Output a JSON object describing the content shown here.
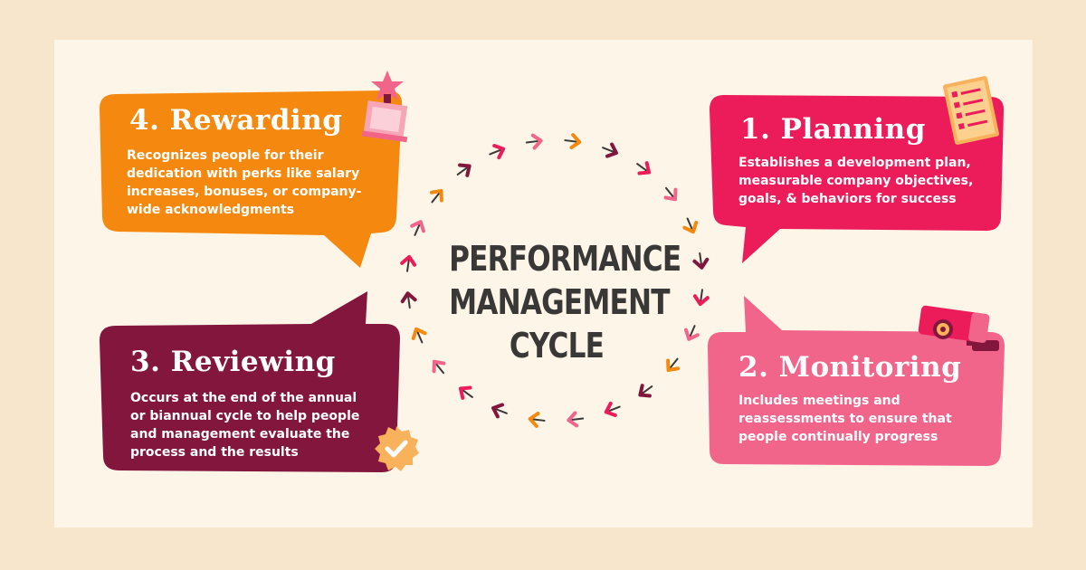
{
  "title": {
    "lines": [
      "PERFORMANCE",
      "MANAGEMENT",
      "CYCLE"
    ]
  },
  "stages": {
    "planning": {
      "heading": "1. Planning",
      "lines": [
        "Establishes a development plan,",
        "measurable company objectives,",
        "goals, & behaviors for success"
      ],
      "color": "#ec1c5a"
    },
    "monitoring": {
      "heading": "2. Monitoring",
      "lines": [
        "Includes meetings and",
        "reassessments to ensure that",
        "people continually progress"
      ],
      "color": "#f2658b"
    },
    "reviewing": {
      "heading": "3. Reviewing",
      "lines": [
        "Occurs at the end of the annual",
        "or biannual cycle to help people",
        "and management evaluate the",
        "process and the results"
      ],
      "color": "#83163d"
    },
    "rewarding": {
      "heading": "4. Rewarding",
      "lines": [
        "Recognizes people for their",
        "dedication with perks like salary",
        "increases, bonuses, or company-",
        "wide acknowledgments"
      ],
      "color": "#f5890f"
    }
  },
  "icons": {
    "planning": "checklist-icon",
    "monitoring": "security-camera-icon",
    "reviewing": "checkmark-badge-icon",
    "rewarding": "trophy-icon"
  },
  "arrow_colors": [
    "#f5890f",
    "#83163d",
    "#ec1c5a",
    "#f2658b"
  ]
}
